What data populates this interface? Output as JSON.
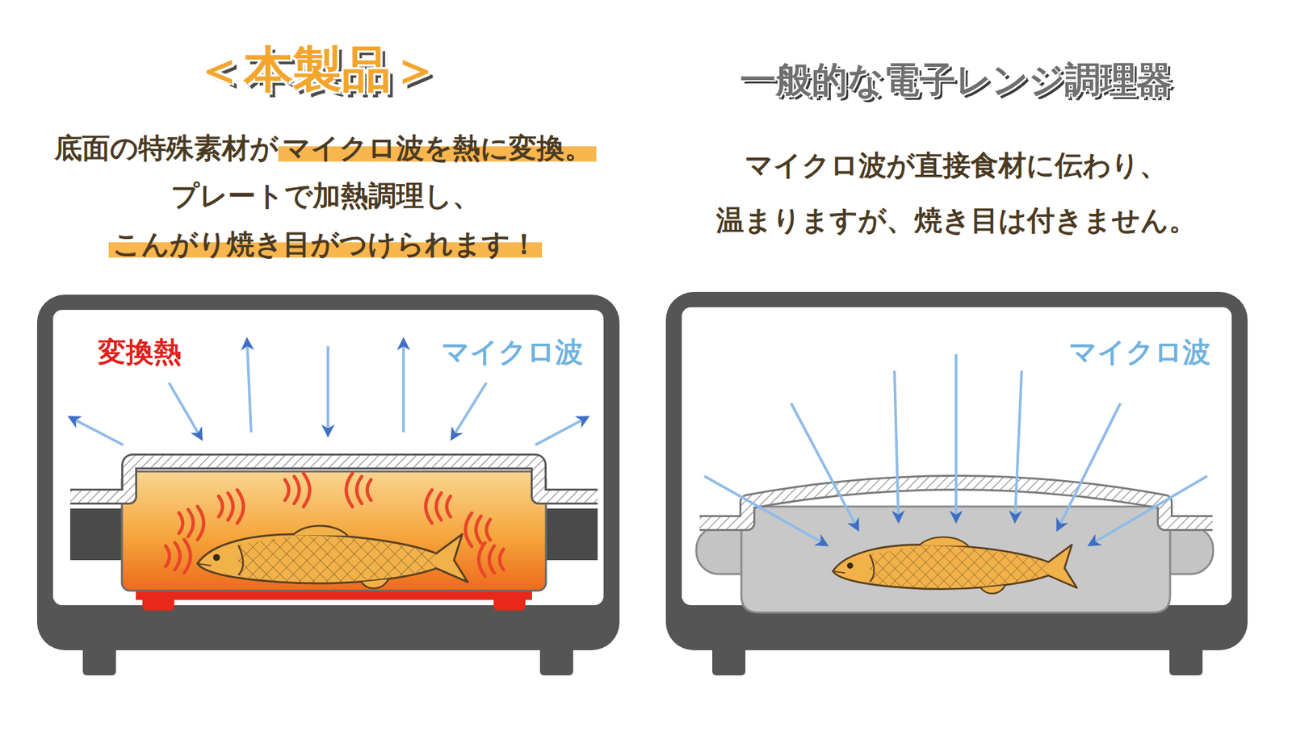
{
  "diagram": {
    "nodes": [
      {
        "text": [
          "変換熱",
          "マイクロ波"
        ]
      },
      {
        "text": [
          "マイクロ波"
        ]
      }
    ],
    "labels": [
      "＜本製品＞",
      "底面の特殊素材が",
      "マイクロ波を熱に変換。",
      "プレートで加熱調理し、",
      "こんがり焼き目がつけられます！",
      "一般的な電子レンジ調理器",
      "マイクロ波が直接食材に伝わり、 温まりますが、焼き目は付きません。"
    ]
  }
}
